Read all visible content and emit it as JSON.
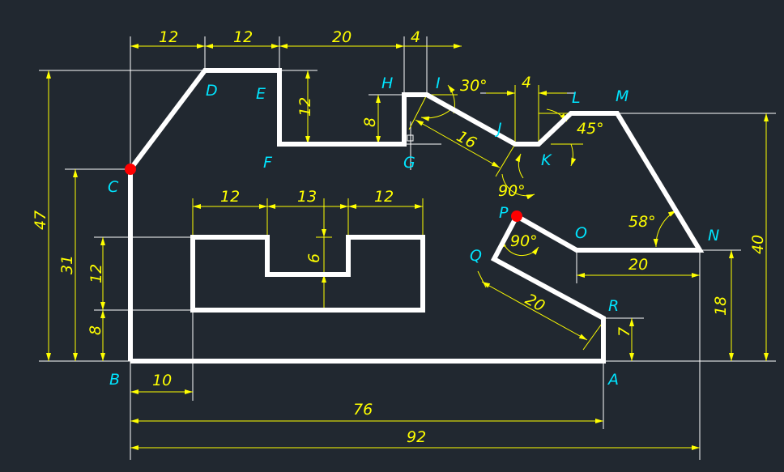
{
  "colors": {
    "background": "#212830",
    "outline": "#ffffff",
    "dimension": "#ffff00",
    "point_label": "#00e5ff",
    "marker": "#ff0000"
  },
  "points": {
    "A": "A",
    "B": "B",
    "C": "C",
    "D": "D",
    "E": "E",
    "F": "F",
    "G": "G",
    "H": "H",
    "I": "I",
    "J": "J",
    "K": "K",
    "L": "L",
    "M": "M",
    "N": "N",
    "O": "O",
    "P": "P",
    "Q": "Q",
    "R": "R"
  },
  "dimensions": {
    "top_bc_d": "12",
    "top_d_e": "12",
    "top_e_h": "20",
    "top_h_i": "4",
    "angle_i": "30°",
    "j_to_k": "4",
    "i_to_j": "16",
    "angle_l": "45°",
    "angle_p_top": "90°",
    "angle_n": "58°",
    "angle_p_inner": "90°",
    "o_to_n": "20",
    "q_to_r": "20",
    "r_height": "7",
    "n_height": "18",
    "m_height": "40",
    "d_height": "47",
    "c_height": "31",
    "slot_height": "12",
    "slot_base": "8",
    "slot_left": "12",
    "slot_notch": "13",
    "slot_right": "12",
    "notch_depth": "6",
    "h_step": "8",
    "e_depth": "12",
    "slot_offset": "10",
    "b_to_a": "76",
    "overall_width": "92"
  }
}
